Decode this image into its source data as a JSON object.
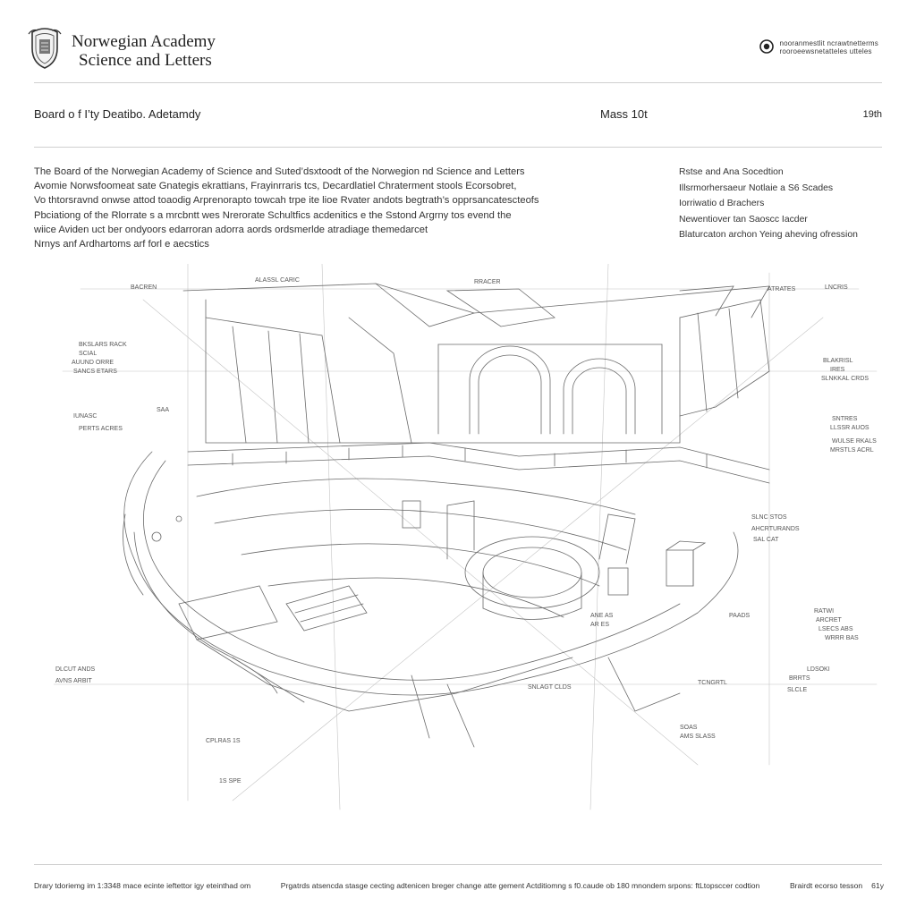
{
  "header": {
    "org_line1": "Norwegian Academy",
    "org_line2": "Science  and Letters",
    "crest_icon": "academy-crest-icon",
    "right_icon": "seal-icon",
    "right_line1": "nooranmestlit ncrawtnetterms",
    "right_line2": "rooroeewsnetatteles utteles"
  },
  "subheader": {
    "left": "Board o f  I’ty  Deatibo. Adetamdy",
    "center": "Mass  10t",
    "right": "19th"
  },
  "intro": [
    "The Board of the Norwegian Academy  of  Science and Suted’dsxtoodt of the Norwegion  nd Science and Letters",
    "Avomie Norwsfoomeat sate Gnategis ekrattians, Frayinrraris tcs, Decardlatiel Chraterment stools Ecorsobret,",
    "Vo thtorsravnd onwse attod toaodig Arprenorapto towcah trpe ite lioe Rvater andots begtrath’s opprsancatescteofs",
    "Pbciationg of the Rlorrate s a mrcbntt wes Nrerorate Schultfics acdenitics e the Sstond  Argrny tos evend the",
    "wiice Aviden uct ber ondyoors edarroran adorra aords ordsmerlde atradiage themedarcet",
    "Nrnys anf Ardhartoms arf forl e aecstics"
  ],
  "side_notes": [
    "Rstse and  Ana  Socedtion",
    "Illsrmorhersaeur Notlaie a  S6 Scades",
    "Iorriwatio d Brachers",
    "Newentiover tan  Saoscc  Iacder",
    "Blaturcaton archon Yeing aheving ofression"
  ],
  "drawing": {
    "labels": [
      "BACREN",
      "ALASSL CARIC",
      "RRACER",
      "ATRATES",
      "LNCRIS",
      "BKSLARS RACK",
      "SCIAL",
      "AUUND ORRE",
      "SANCS ETARS",
      "BLAKRISL",
      "IRES",
      "SLNKKAL CRDS",
      "IUNASC",
      "PERTS ACRES",
      "SAA",
      "SNTRES",
      "LLSSR AUOS",
      "WULSE RKALS",
      "MRSTLS ACRL",
      "SLNC STOS",
      "AHCRTURANDS",
      "SAL CAT",
      "PAADS",
      "RATWI",
      "ARCRET",
      "LSECS ABS",
      "WRRR BAS",
      "ANE AS",
      "AR ES",
      "DLCUT ANDS",
      "AVNS ARBIT",
      "LDSOKI",
      "BRRTS",
      "SLCLE",
      "TCNGRTL",
      "SNLAGT CLDS",
      "CPLRAS 1S",
      "1S SPE",
      "SOAS",
      "AMS SLASS"
    ]
  },
  "footer": {
    "left": "Drary tdoriemg im 1:3348 mace ecinte ieftettor igy eteinthad om",
    "middle": "Prgatrds atsencda stasge cecting adtenicen breger change atte gement Actditiomng s f0.caude ob 180 mnondem srpons: ftLtopsccer codtion",
    "right_1": "Brairdt ecorso tesson",
    "right_2": "61y"
  }
}
